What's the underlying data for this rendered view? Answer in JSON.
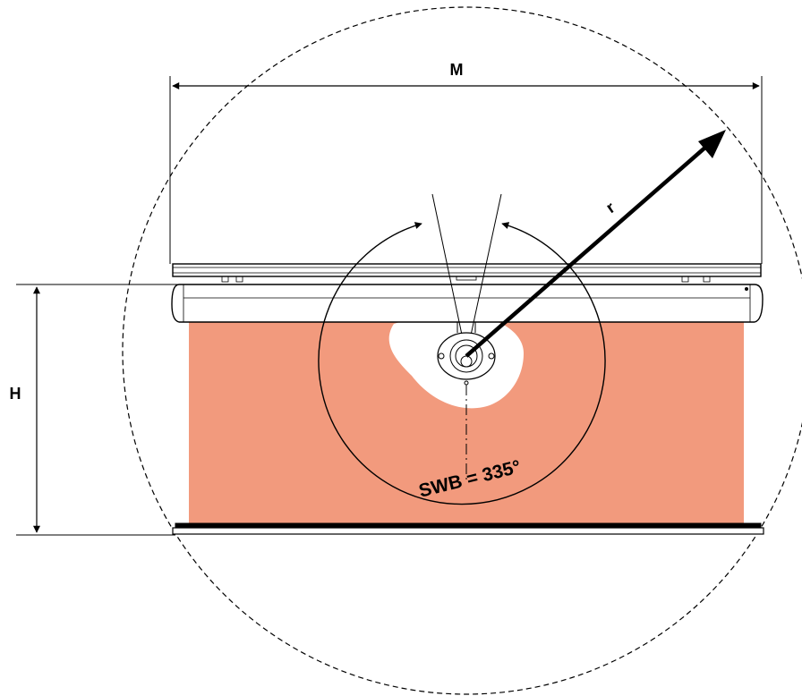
{
  "labels": {
    "width_dimension": "M",
    "height_dimension": "H",
    "radius": "r",
    "swing_angle": "SWB = 335°"
  },
  "colors": {
    "area_fill": "#f29a7d",
    "lines": "#000000",
    "clear_zone": "#ffffff"
  },
  "swing_angle_deg": 335
}
